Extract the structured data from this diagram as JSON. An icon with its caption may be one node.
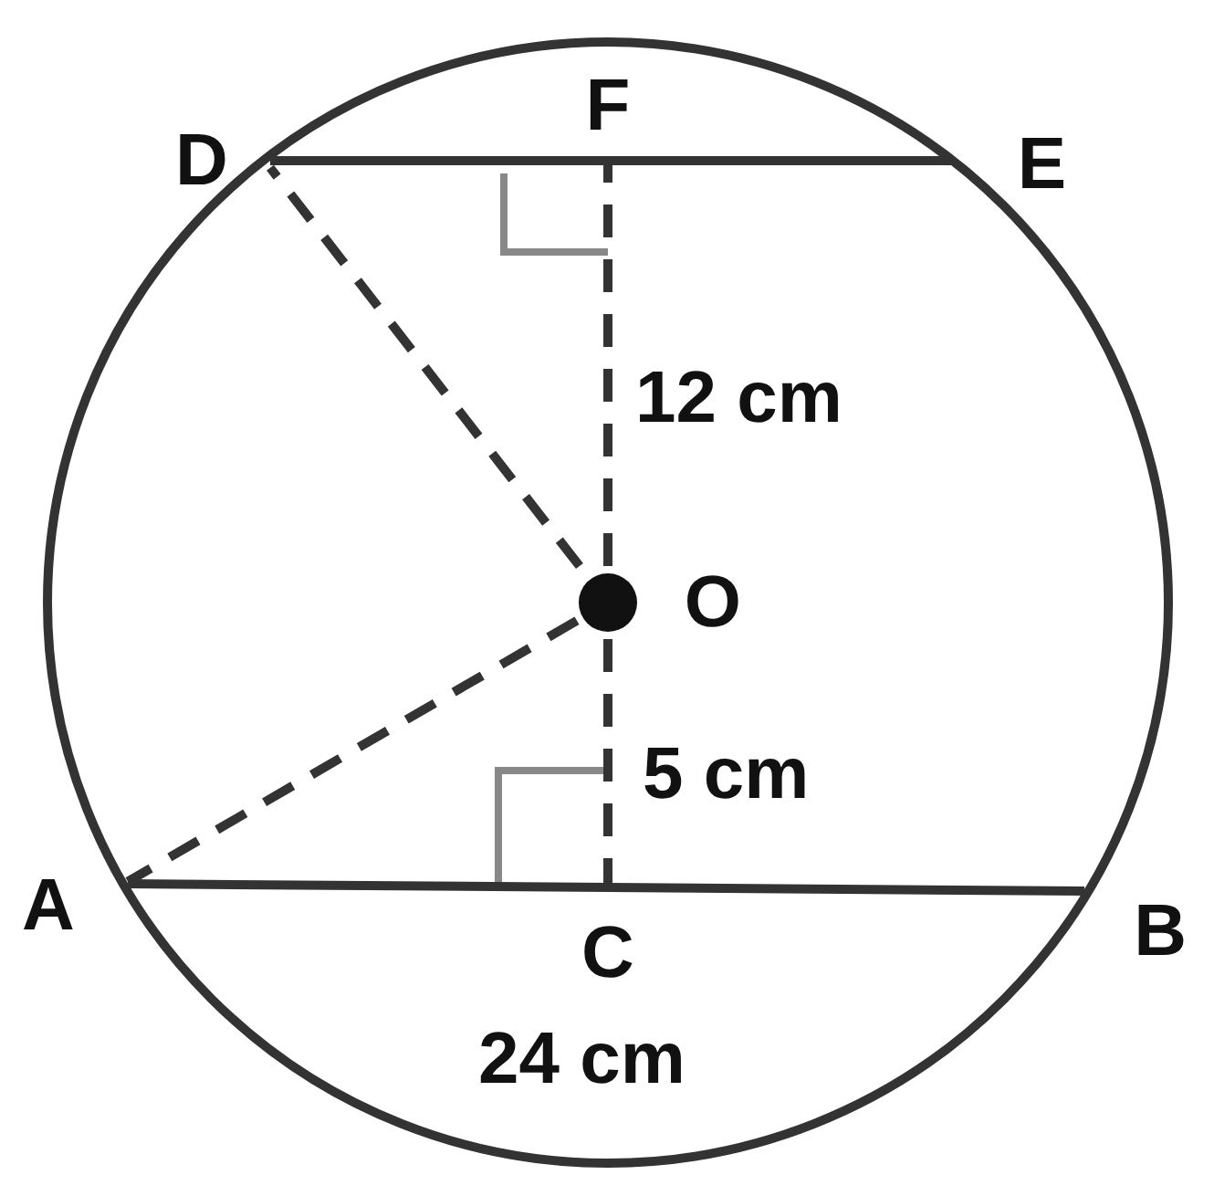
{
  "diagram": {
    "nodes": [
      {
        "text": [
          "D"
        ]
      },
      {
        "text": [
          "F"
        ]
      },
      {
        "text": [
          "E"
        ]
      },
      {
        "text": [
          "O"
        ]
      },
      {
        "text": [
          "A"
        ]
      },
      {
        "text": [
          "C"
        ]
      },
      {
        "text": [
          "B"
        ]
      }
    ],
    "edges": [
      {
        "from": 0,
        "to": 2,
        "arrow": "none"
      },
      {
        "from": 4,
        "to": 6,
        "arrow": "none"
      },
      {
        "from": 3,
        "to": 0,
        "arrow": "none",
        "style": "dashed"
      },
      {
        "from": 3,
        "to": 4,
        "arrow": "none",
        "style": "dashed"
      },
      {
        "from": 3,
        "to": 1,
        "arrow": "none",
        "style": "dashed"
      },
      {
        "from": 3,
        "to": 5,
        "arrow": "none",
        "style": "dashed"
      }
    ],
    "labels": [
      "12 cm",
      "5 cm",
      "24 cm"
    ]
  }
}
